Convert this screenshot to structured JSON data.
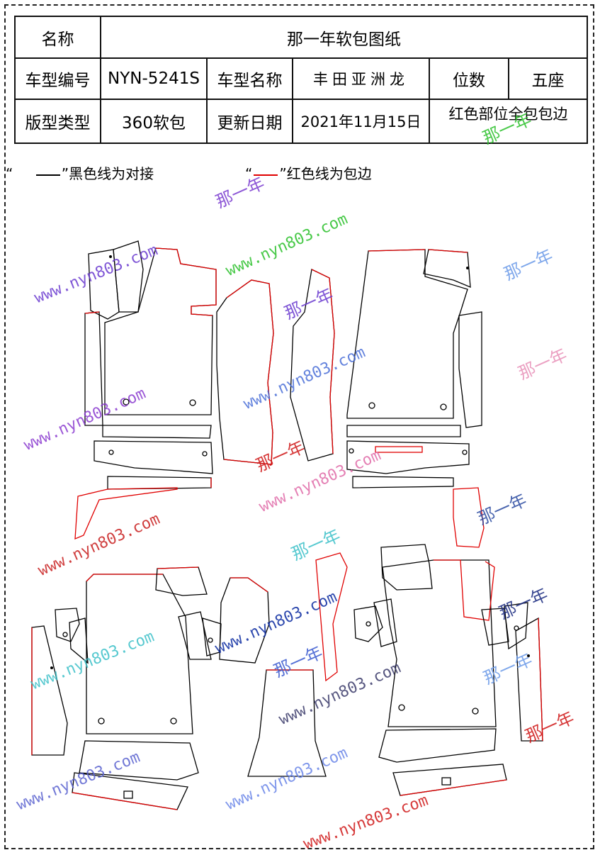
{
  "table": {
    "row1": {
      "name_label": "名称",
      "name_value": "那一年软包图纸"
    },
    "row2": {
      "model_no_label": "车型编号",
      "model_no": "NYN-5241S",
      "model_name_label": "车型名称",
      "model_name": "丰田亚洲龙",
      "seats_label": "位数",
      "seats": "五座"
    },
    "row3": {
      "type_label": "版型类型",
      "type": "360软包",
      "update_label": "更新日期",
      "update_date": "2021年11月15日",
      "note": "红色部位全包包边"
    }
  },
  "legend": {
    "black": {
      "open": "“",
      "close": "”黑色线为对接"
    },
    "red": {
      "open": "“",
      "close": "”红色线为包边"
    }
  },
  "colors": {
    "seam": "#000000",
    "edge": "#e00000"
  },
  "watermarks": {
    "url": "www.nyn803.com",
    "brand": "那一年"
  }
}
